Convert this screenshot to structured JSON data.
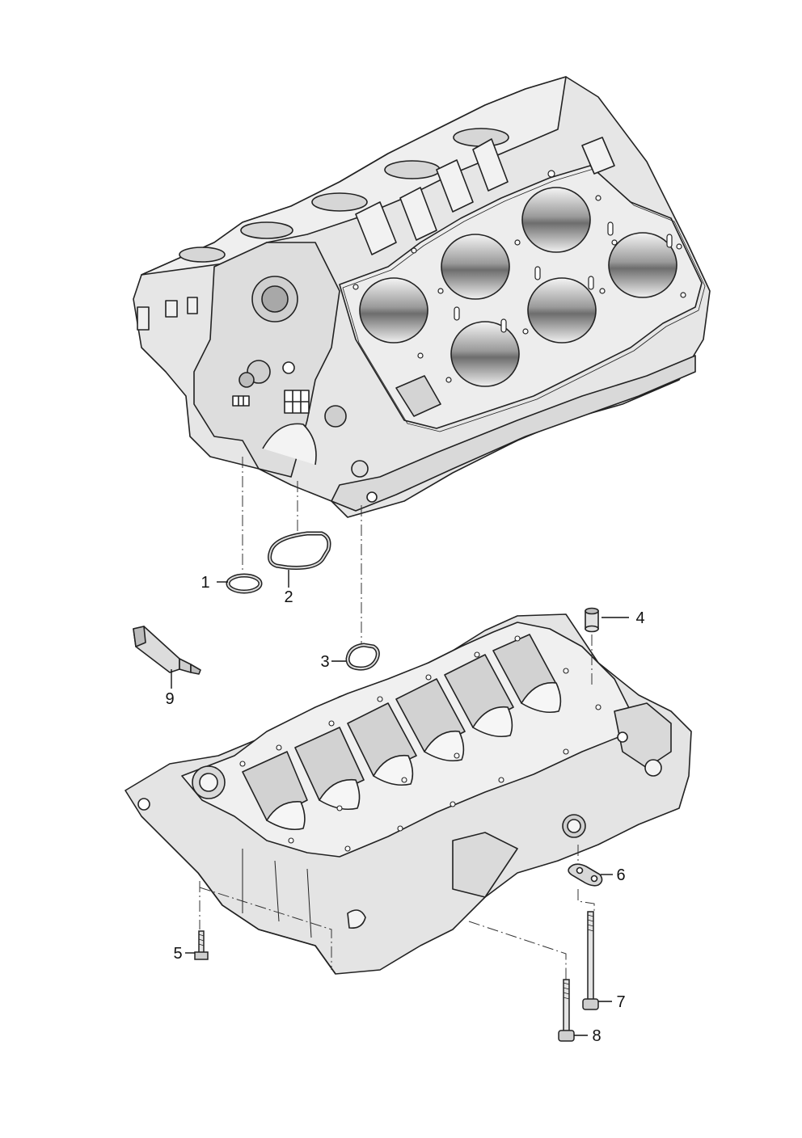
{
  "diagram": {
    "callouts": [
      {
        "id": "1",
        "label": "1"
      },
      {
        "id": "2",
        "label": "2"
      },
      {
        "id": "3",
        "label": "3"
      },
      {
        "id": "4",
        "label": "4"
      },
      {
        "id": "5",
        "label": "5"
      },
      {
        "id": "6",
        "label": "6"
      },
      {
        "id": "7",
        "label": "7"
      },
      {
        "id": "8",
        "label": "8"
      },
      {
        "id": "9",
        "label": "9"
      }
    ],
    "colors": {
      "line": "#222222",
      "part_fill": "#e9e9e9",
      "shadow_fill": "#cfcfcf",
      "bore_dark": "#8a8a8a",
      "bore_light": "#ffffff"
    }
  }
}
